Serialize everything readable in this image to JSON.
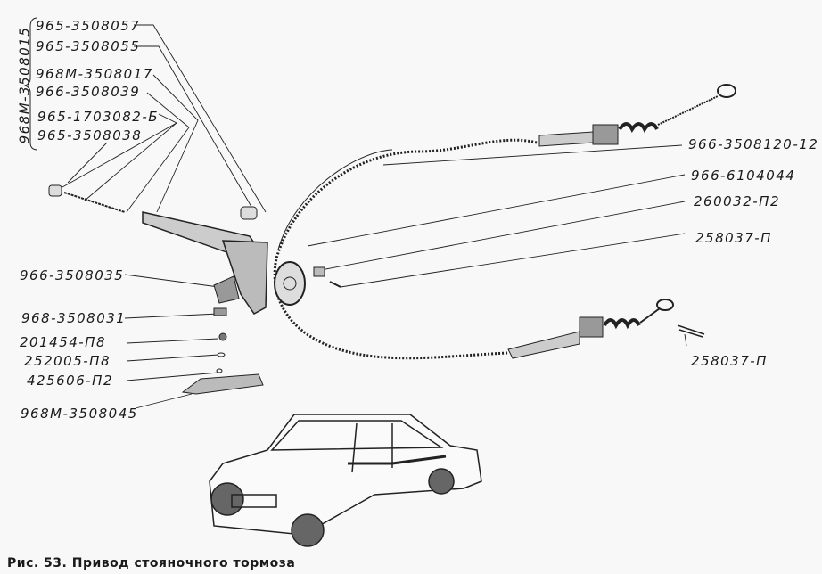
{
  "group_label": "968М-3508015",
  "left_group": [
    "965-3508057",
    "965-3508055",
    "968М-3508017",
    "966-3508039",
    "965-1703082-Б",
    "965-3508038"
  ],
  "left_lower": [
    "966-3508035",
    "968-3508031",
    "201454-П8",
    "252005-П8",
    "425606-П2",
    "968М-3508045"
  ],
  "right": [
    "966-3508120-12",
    "966-6104044",
    "260032-П2",
    "258037-П",
    "258037-П"
  ],
  "caption": "Рис. 53. Привод стояночного тормоза"
}
